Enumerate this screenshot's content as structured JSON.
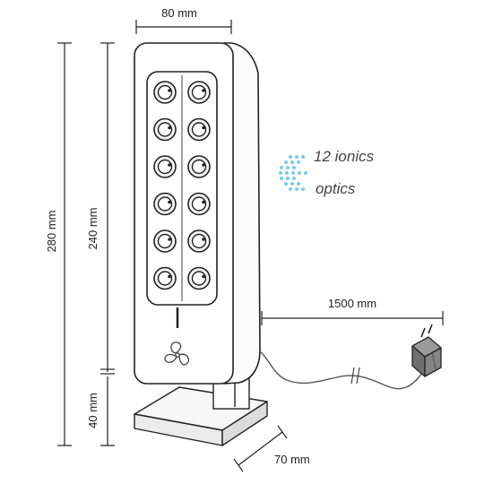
{
  "dimensions": {
    "width_top": "80 mm",
    "height_total": "280  mm",
    "height_body": "240  mm",
    "height_base": "40 mm",
    "depth": "70 mm",
    "cable": "1500 mm"
  },
  "annotation": {
    "line1": "12 ionics",
    "line2": "optics"
  },
  "optics": {
    "count": 12,
    "columns": 2,
    "rows": 6
  },
  "colors": {
    "line": "#222222",
    "arrow_dots": "#7ec8e8",
    "device_fill": "#ffffff",
    "base_fill": "#f2f2f2",
    "optic_ring": "#f5f5f5"
  },
  "icons": {
    "fan": "fan-logo-icon",
    "adapter": "power-adapter-icon"
  }
}
